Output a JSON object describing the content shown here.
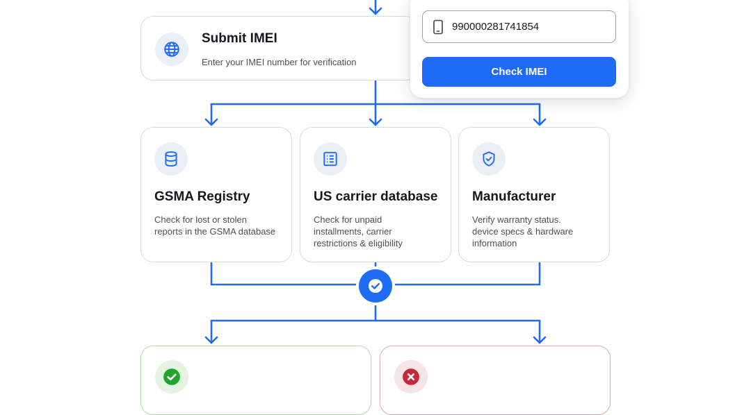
{
  "colors": {
    "accent": "#1f6bf5",
    "success": "#22a52f",
    "error": "#c2293a",
    "icon_bg": "#e9eef7"
  },
  "submit": {
    "title": "Submit IMEI",
    "description": "Enter your IMEI number for verification",
    "icon": "globe-icon"
  },
  "checker": {
    "imei_value": "990000281741854",
    "button_label": "Check IMEI",
    "field_icon": "phone-icon"
  },
  "sources": [
    {
      "title": "GSMA Registry",
      "description": "Check for lost or stolen\nreports in the GSMA database",
      "icon": "database-icon"
    },
    {
      "title": "US carrier database",
      "description": "Check for unpaid\ninstallments, carrier\nrestrictions & eligibility",
      "icon": "list-icon"
    },
    {
      "title": "Manufacturer",
      "description": "Verify warranty status.\ndevice specs & hardware\ninformation",
      "icon": "shield-check-icon"
    }
  ],
  "verify_node": {
    "icon": "check-icon"
  },
  "results": [
    {
      "icon": "success-check-icon"
    },
    {
      "icon": "error-x-icon"
    }
  ]
}
